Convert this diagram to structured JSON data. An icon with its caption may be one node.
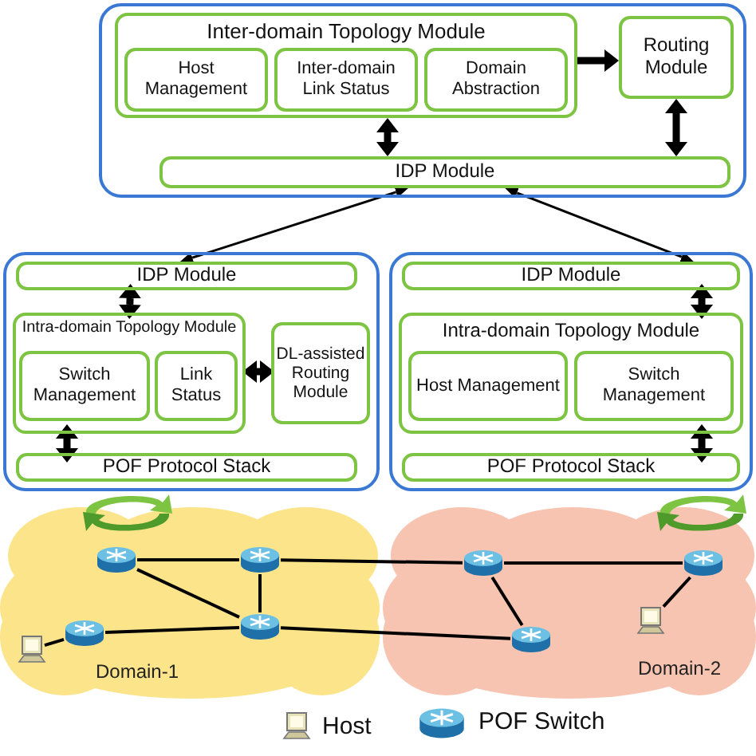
{
  "diagram": {
    "nodes": [
      {
        "text": [],
        "shape": "box"
      },
      {
        "text": [
          "Inter-domain Topology Module"
        ],
        "in": 0
      },
      {
        "text": [
          "Host Management"
        ],
        "in": 1
      },
      {
        "text": [
          "Inter-domain Link Status"
        ],
        "in": 1
      },
      {
        "text": [
          "Domain Abstraction"
        ],
        "in": 1
      },
      {
        "text": [
          "Routing Module"
        ],
        "in": 0
      },
      {
        "text": [
          "IDP Module"
        ],
        "in": 0
      },
      {
        "text": [],
        "shape": "box"
      },
      {
        "text": [
          "IDP Module"
        ],
        "in": 7
      },
      {
        "text": [
          "Intra-domain Topology Module"
        ],
        "in": 7
      },
      {
        "text": [
          "Switch Management"
        ],
        "in": 9
      },
      {
        "text": [
          "Link Status"
        ],
        "in": 9
      },
      {
        "text": [
          "DL-assisted Routing Module"
        ],
        "in": 7
      },
      {
        "text": [
          "POF Protocol Stack"
        ],
        "in": 7
      },
      {
        "text": [],
        "shape": "box"
      },
      {
        "text": [
          "IDP Module"
        ],
        "in": 14
      },
      {
        "text": [
          "Intra-domain Topology Module"
        ],
        "in": 14
      },
      {
        "text": [
          "Host Management"
        ],
        "in": 16
      },
      {
        "text": [
          "Switch Management"
        ],
        "in": 16
      },
      {
        "text": [
          "POF Protocol Stack"
        ],
        "in": 14
      },
      {
        "text": [
          "Domain-1"
        ]
      },
      {
        "text": [],
        "shape": "switch",
        "in": 20
      },
      {
        "text": [],
        "shape": "switch",
        "in": 20
      },
      {
        "text": [],
        "shape": "switch",
        "in": 20
      },
      {
        "text": [],
        "shape": "switch",
        "in": 20
      },
      {
        "text": [],
        "shape": "computer",
        "in": 20
      },
      {
        "text": [
          "Domain-2"
        ]
      },
      {
        "text": [],
        "shape": "switch",
        "in": 26
      },
      {
        "text": [],
        "shape": "switch",
        "in": 26
      },
      {
        "text": [],
        "shape": "switch",
        "in": 26
      },
      {
        "text": [],
        "shape": "computer",
        "in": 26
      }
    ],
    "edges": [
      {
        "from": 1,
        "to": 5,
        "arrow": "to",
        "style": "thick"
      },
      {
        "from": 1,
        "to": 6,
        "arrow": "both",
        "style": "thick"
      },
      {
        "from": 5,
        "to": 6,
        "arrow": "both",
        "style": "thick"
      },
      {
        "from": 6,
        "to": 8,
        "arrow": "both"
      },
      {
        "from": 6,
        "to": 15,
        "arrow": "both"
      },
      {
        "from": 8,
        "to": 9,
        "arrow": "both",
        "style": "thick"
      },
      {
        "from": 9,
        "to": 12,
        "arrow": "both",
        "style": "thick"
      },
      {
        "from": 9,
        "to": 13,
        "arrow": "both",
        "style": "thick"
      },
      {
        "from": 15,
        "to": 16,
        "arrow": "both",
        "style": "thick"
      },
      {
        "from": 16,
        "to": 19,
        "arrow": "both",
        "style": "thick"
      },
      {
        "from": 21,
        "to": 22,
        "arrow": "none"
      },
      {
        "from": 21,
        "to": 24,
        "arrow": "none"
      },
      {
        "from": 22,
        "to": 24,
        "arrow": "none"
      },
      {
        "from": 23,
        "to": 24,
        "arrow": "none"
      },
      {
        "from": 25,
        "to": 23,
        "arrow": "none"
      },
      {
        "from": 22,
        "to": 27,
        "arrow": "none"
      },
      {
        "from": 24,
        "to": 28,
        "arrow": "none"
      },
      {
        "from": 27,
        "to": 28,
        "arrow": "none"
      },
      {
        "from": 27,
        "to": 29,
        "arrow": "none"
      },
      {
        "from": 30,
        "to": 29,
        "arrow": "none"
      }
    ],
    "legend": [
      {
        "text": "Host"
      },
      {
        "text": "POF Switch"
      }
    ]
  }
}
